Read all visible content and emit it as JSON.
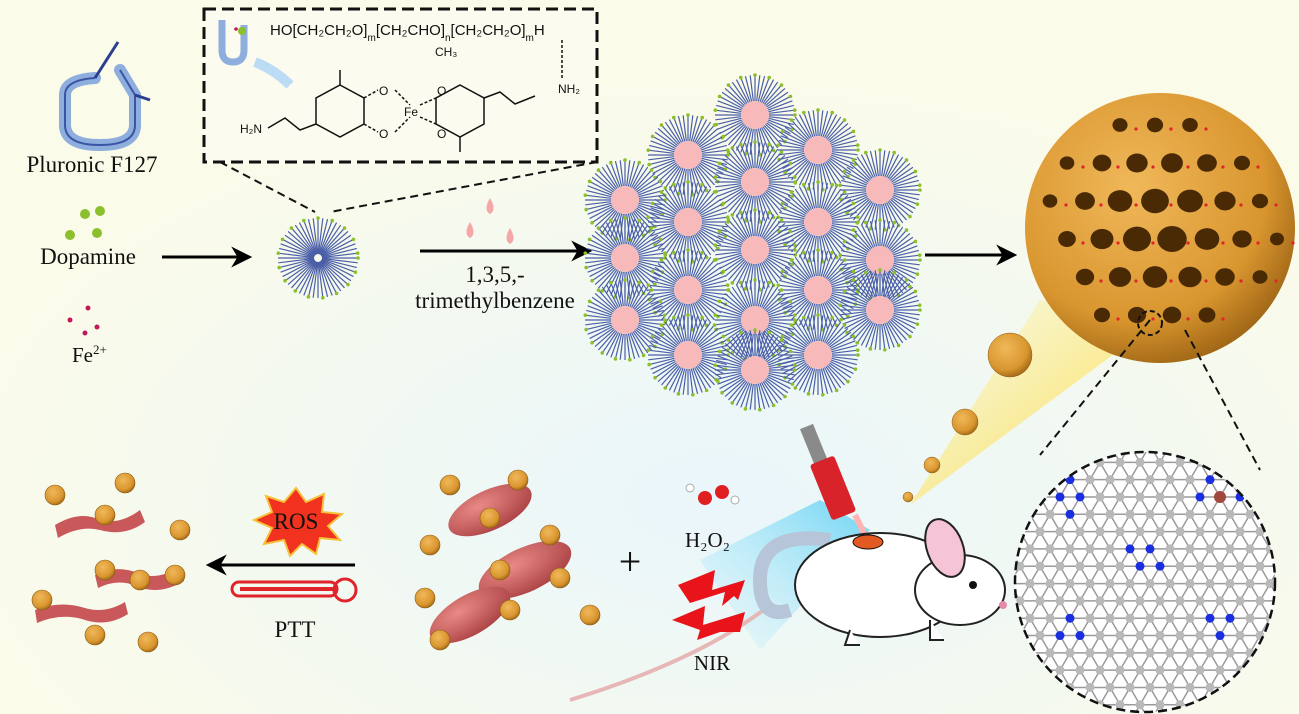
{
  "reagents": {
    "pluronic": "Pluronic F127",
    "dopamine": "Dopamine",
    "fe": "Fe",
    "fe_charge": "2+"
  },
  "chemistry": {
    "polymer": {
      "ho": "HO",
      "block1": "[CH₂CH₂O]",
      "m1": "m",
      "block2": "[CH₂CHO]",
      "n": "n",
      "block3": "[CH₂CH₂O]",
      "m2": "m",
      "h": "H",
      "ch3": "CH₃"
    },
    "o_labels": [
      "O",
      "O",
      "O",
      "O"
    ],
    "fe": "Fe",
    "nh2_left": "H₂N",
    "nh2_right": "NH₂"
  },
  "step2": {
    "line1": "1,3,5,-",
    "line2": "trimethylbenzene"
  },
  "treatment": {
    "h2o2": "H₂O₂",
    "plus": "+",
    "nir": "NIR",
    "ros": "ROS",
    "ptt": "PTT"
  },
  "colors": {
    "nanosphere": "#d9962f",
    "micelle_core": "#f7b9b9",
    "micelle_shell": "#4a5fa8",
    "bacteria": "#c9585a",
    "ros": "#e8281e",
    "laser": "#e0242a",
    "lattice_c": "#b9b9b9",
    "lattice_n": "#1a2fe0",
    "lattice_fe": "#a0473e"
  }
}
